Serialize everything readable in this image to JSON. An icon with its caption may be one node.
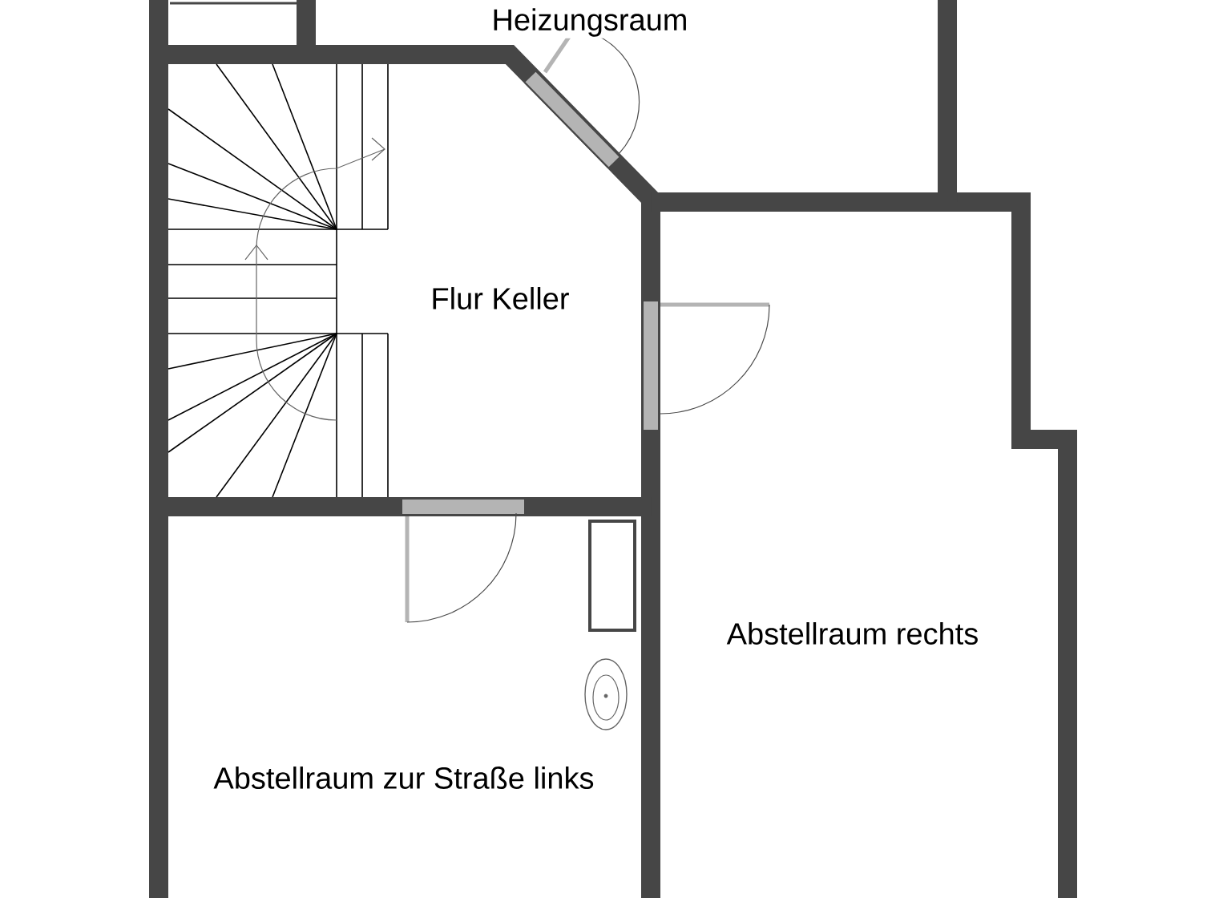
{
  "diagram": {
    "labels": [
      "Heizungsraum",
      "Flur Keller",
      "Abstellraum rechts",
      "Abstellraum zur Straße links"
    ]
  }
}
